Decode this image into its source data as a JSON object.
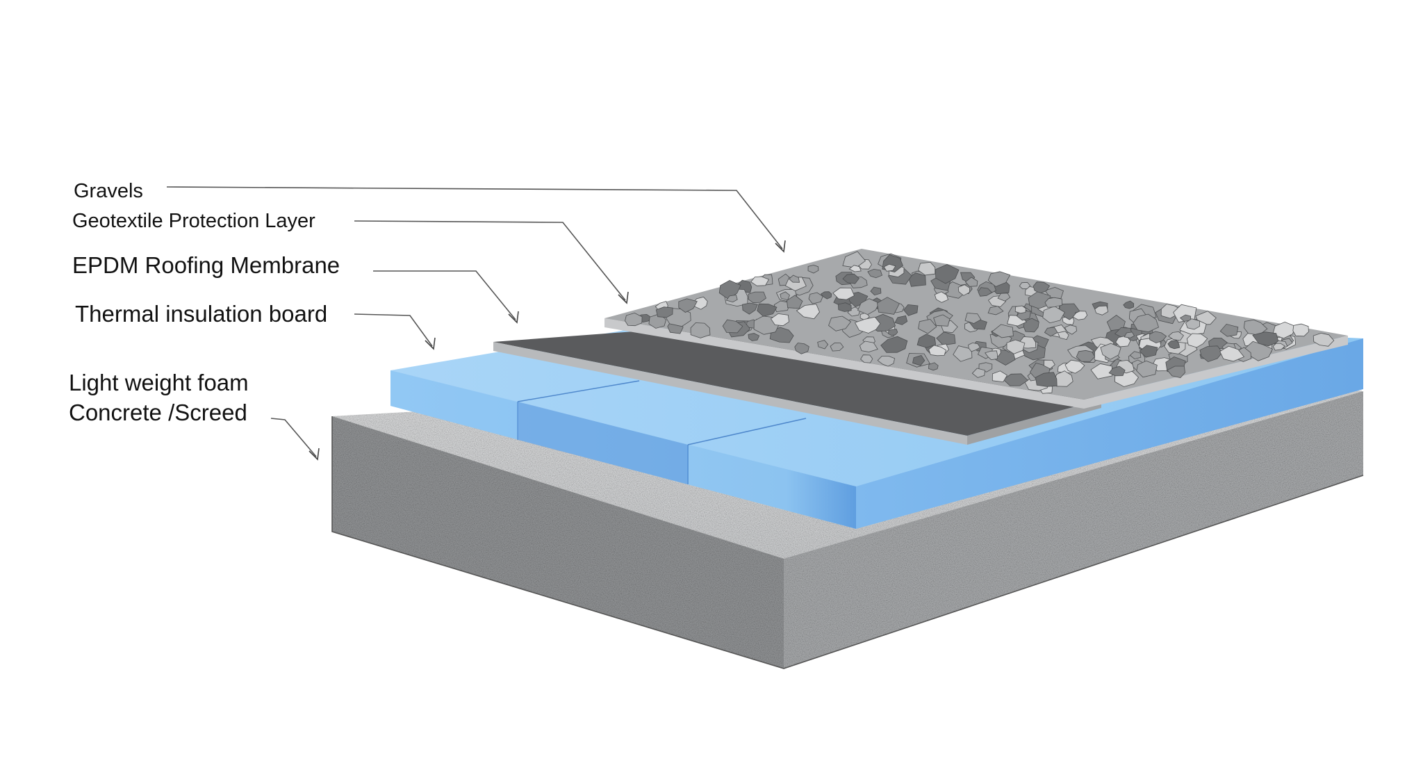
{
  "labels": {
    "gravels": "Gravels",
    "geotextile": "Geotextile Protection Layer",
    "epdm": "EPDM Roofing Membrane",
    "insulation": "Thermal insulation board",
    "concrete_line1": "Light weight foam",
    "concrete_line2": "Concrete /Screed"
  },
  "colors": {
    "concrete": "#8f9193",
    "insulation": "#8cc3f0",
    "membrane": "#58595b",
    "geotextile": "#c9cacc",
    "gravel": "#a9abad"
  }
}
